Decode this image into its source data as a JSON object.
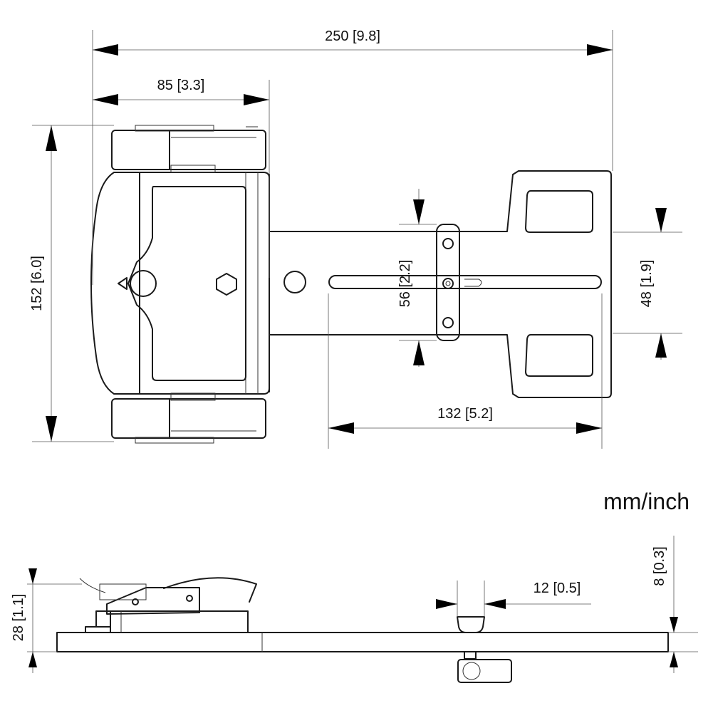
{
  "units_label": "mm/inch",
  "dimensions": {
    "overall_length": "250 [9.8]",
    "clamp_width": "85 [3.3]",
    "height": "152 [6.0]",
    "plate_width_56": "56 [2.2]",
    "plate_width_48": "48 [1.9]",
    "slot_length": "132 [5.2]",
    "pin_diameter": "12 [0.5]",
    "thickness": "8 [0.3]",
    "side_height": "28 [1.1]"
  }
}
